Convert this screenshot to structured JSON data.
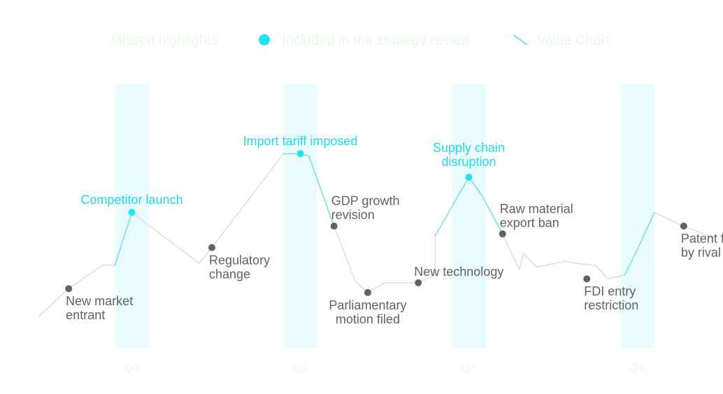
{
  "chart_data": {
    "type": "line",
    "title": "",
    "xlabel": "",
    "ylabel": "",
    "colors": {
      "line_default": "#d9d9d9",
      "line_highlight": "#7fdde6",
      "marker_default": "#5f6368",
      "marker_highlight": "#22e3f3",
      "label_default": "#5f6368",
      "label_highlight": "#22d8ea",
      "band": "#e9fbfd",
      "legend_text": "#eaf7ea",
      "tick_text": "#f3f3f3"
    },
    "legend": {
      "placement": "top",
      "items": [
        {
          "label": "Missed highlights",
          "marker": "none"
        },
        {
          "label": "Included in the strategy review",
          "marker": "dot"
        },
        {
          "label": "Value Chart",
          "marker": "line"
        }
      ]
    },
    "x_ticks": [
      "Q1",
      "Q2",
      "Q3",
      "Q4"
    ],
    "xlim": [
      0,
      16
    ],
    "ylim": [
      0,
      100
    ],
    "bands": [
      {
        "x_start": 1.8,
        "x_end": 2.6
      },
      {
        "x_start": 5.8,
        "x_end": 6.6
      },
      {
        "x_start": 9.8,
        "x_end": 10.6
      },
      {
        "x_start": 13.8,
        "x_end": 14.6
      }
    ],
    "series": [
      {
        "points": [
          {
            "x": 0.0,
            "y": 12
          },
          {
            "x": 0.7,
            "y": 26
          },
          {
            "x": 1.5,
            "y": 38
          },
          {
            "x": 1.8,
            "y": 38
          },
          {
            "x": 2.2,
            "y": 65
          },
          {
            "x": 3.8,
            "y": 39
          },
          {
            "x": 4.1,
            "y": 47
          },
          {
            "x": 5.8,
            "y": 95
          },
          {
            "x": 6.2,
            "y": 95
          },
          {
            "x": 6.4,
            "y": 94
          },
          {
            "x": 7.0,
            "y": 58
          },
          {
            "x": 7.5,
            "y": 30
          },
          {
            "x": 7.8,
            "y": 24
          },
          {
            "x": 8.2,
            "y": 29
          },
          {
            "x": 9.0,
            "y": 29
          },
          {
            "x": 9.4,
            "y": 33
          },
          {
            "x": 9.4,
            "y": 53
          },
          {
            "x": 10.2,
            "y": 83
          },
          {
            "x": 10.5,
            "y": 74
          },
          {
            "x": 11.0,
            "y": 54
          },
          {
            "x": 11.3,
            "y": 40
          },
          {
            "x": 11.4,
            "y": 36
          },
          {
            "x": 11.5,
            "y": 44
          },
          {
            "x": 11.8,
            "y": 37
          },
          {
            "x": 12.5,
            "y": 40
          },
          {
            "x": 12.7,
            "y": 39
          },
          {
            "x": 13.2,
            "y": 38
          },
          {
            "x": 13.5,
            "y": 31
          },
          {
            "x": 13.9,
            "y": 33
          },
          {
            "x": 14.2,
            "y": 46
          },
          {
            "x": 14.6,
            "y": 65
          },
          {
            "x": 15.3,
            "y": 58
          },
          {
            "x": 16.0,
            "y": 52
          }
        ]
      }
    ],
    "events": [
      {
        "x": 0.7,
        "y": 26,
        "label": "New market entrant",
        "lines": [
          "New market",
          "entrant"
        ],
        "highlight": false
      },
      {
        "x": 2.2,
        "y": 65,
        "label": "Competitor launch",
        "lines": [
          "Competitor launch"
        ],
        "highlight": true
      },
      {
        "x": 4.1,
        "y": 47,
        "label": "Regulatory change",
        "lines": [
          "Regulatory",
          "change"
        ],
        "highlight": false
      },
      {
        "x": 6.2,
        "y": 95,
        "label": "Import tariff imposed",
        "lines": [
          "Import tariff imposed"
        ],
        "highlight": true
      },
      {
        "x": 7.0,
        "y": 58,
        "label": "GDP growth revision",
        "lines": [
          "GDP growth",
          "revision"
        ],
        "highlight": false
      },
      {
        "x": 7.8,
        "y": 24,
        "label": "Parliamentary motion filed",
        "lines": [
          "Parliamentary",
          "motion filed"
        ],
        "highlight": false
      },
      {
        "x": 9.0,
        "y": 29,
        "label": "New technology",
        "lines": [
          "New technology"
        ],
        "highlight": false
      },
      {
        "x": 10.2,
        "y": 83,
        "label": "Supply chain disruption",
        "lines": [
          "Supply chain",
          "disruption"
        ],
        "highlight": true
      },
      {
        "x": 11.0,
        "y": 54,
        "label": "Raw material export ban",
        "lines": [
          "Raw material",
          "export ban"
        ],
        "highlight": false
      },
      {
        "x": 13.0,
        "y": 31,
        "label": "FDI entry restriction",
        "lines": [
          "FDI entry",
          "restriction"
        ],
        "highlight": false
      },
      {
        "x": 15.3,
        "y": 58,
        "label": "Patent filing by rival",
        "lines": [
          "Patent filing",
          "by rival"
        ],
        "highlight": false
      }
    ]
  }
}
